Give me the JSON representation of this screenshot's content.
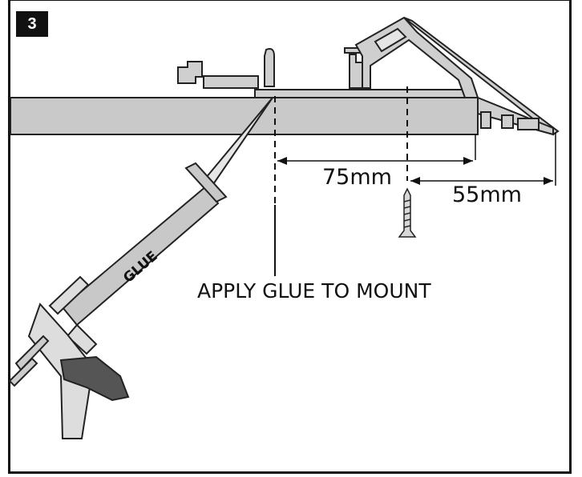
{
  "step": {
    "number": "3"
  },
  "dimensions": {
    "d1": "75mm",
    "d2": "55mm"
  },
  "callout": {
    "text": "APPLY GLUE TO MOUNT"
  },
  "tool": {
    "label": "GLUE"
  }
}
